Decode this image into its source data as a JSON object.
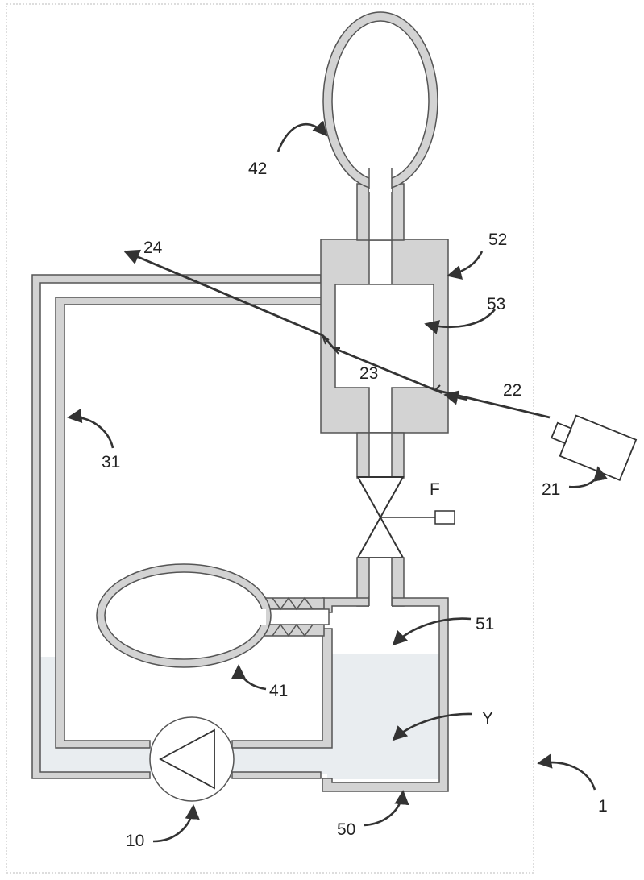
{
  "labels": {
    "system": "1",
    "pump": "10",
    "light_source": "21",
    "beam_in": "22",
    "beam_mid": "23",
    "beam_out": "24",
    "return_pipe": "31",
    "lower_bulb": "41",
    "upper_bulb": "42",
    "reservoir": "50",
    "reservoir_space": "51",
    "upper_chamber": "52",
    "chamber_space": "53",
    "valve": "F",
    "liquid": "Y"
  },
  "colors": {
    "wall_fill": "#d3d3d3",
    "outline": "#555555",
    "liquid": "#e9edf0",
    "frame": "#bbbbbb"
  }
}
